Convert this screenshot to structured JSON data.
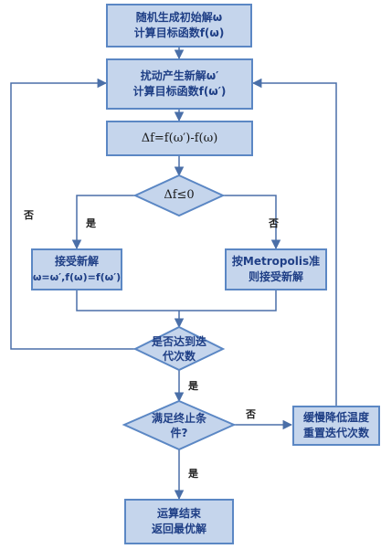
{
  "nodes": {
    "init": {
      "line1": "随机生成初始解ω",
      "line2": "计算目标函数f(ω)"
    },
    "perturb": {
      "line1": "扰动产生新解ω′",
      "line2": "计算目标函数f(ω′)"
    },
    "delta": {
      "text": "Δf=f(ω′)-f(ω)"
    },
    "decision_delta": {
      "text": "Δf≤0"
    },
    "accept": {
      "line1": "接受新解",
      "line2": "ω=ω′,f(ω)=f(ω′)"
    },
    "metropolis": {
      "line1": "按Metropolis准",
      "line2": "则接受新解"
    },
    "decision_iter": {
      "line1": "是否达到迭",
      "line2": "代次数"
    },
    "decision_stop": {
      "line1": "满足终止条",
      "line2": "件?"
    },
    "cool": {
      "line1": "缓慢降低温度",
      "line2": "重置迭代次数"
    },
    "end": {
      "line1": "运算结束",
      "line2": "返回最优解"
    }
  },
  "edge_labels": {
    "yes_left": "是",
    "no_right": "否",
    "no_loop": "否",
    "yes_iter": "是",
    "no_stop": "否",
    "yes_stop": "是"
  },
  "colors": {
    "fill": "#c5d5ec",
    "border": "#5b87c4",
    "text": "#1f3f86",
    "line": "#4a6fa8"
  }
}
